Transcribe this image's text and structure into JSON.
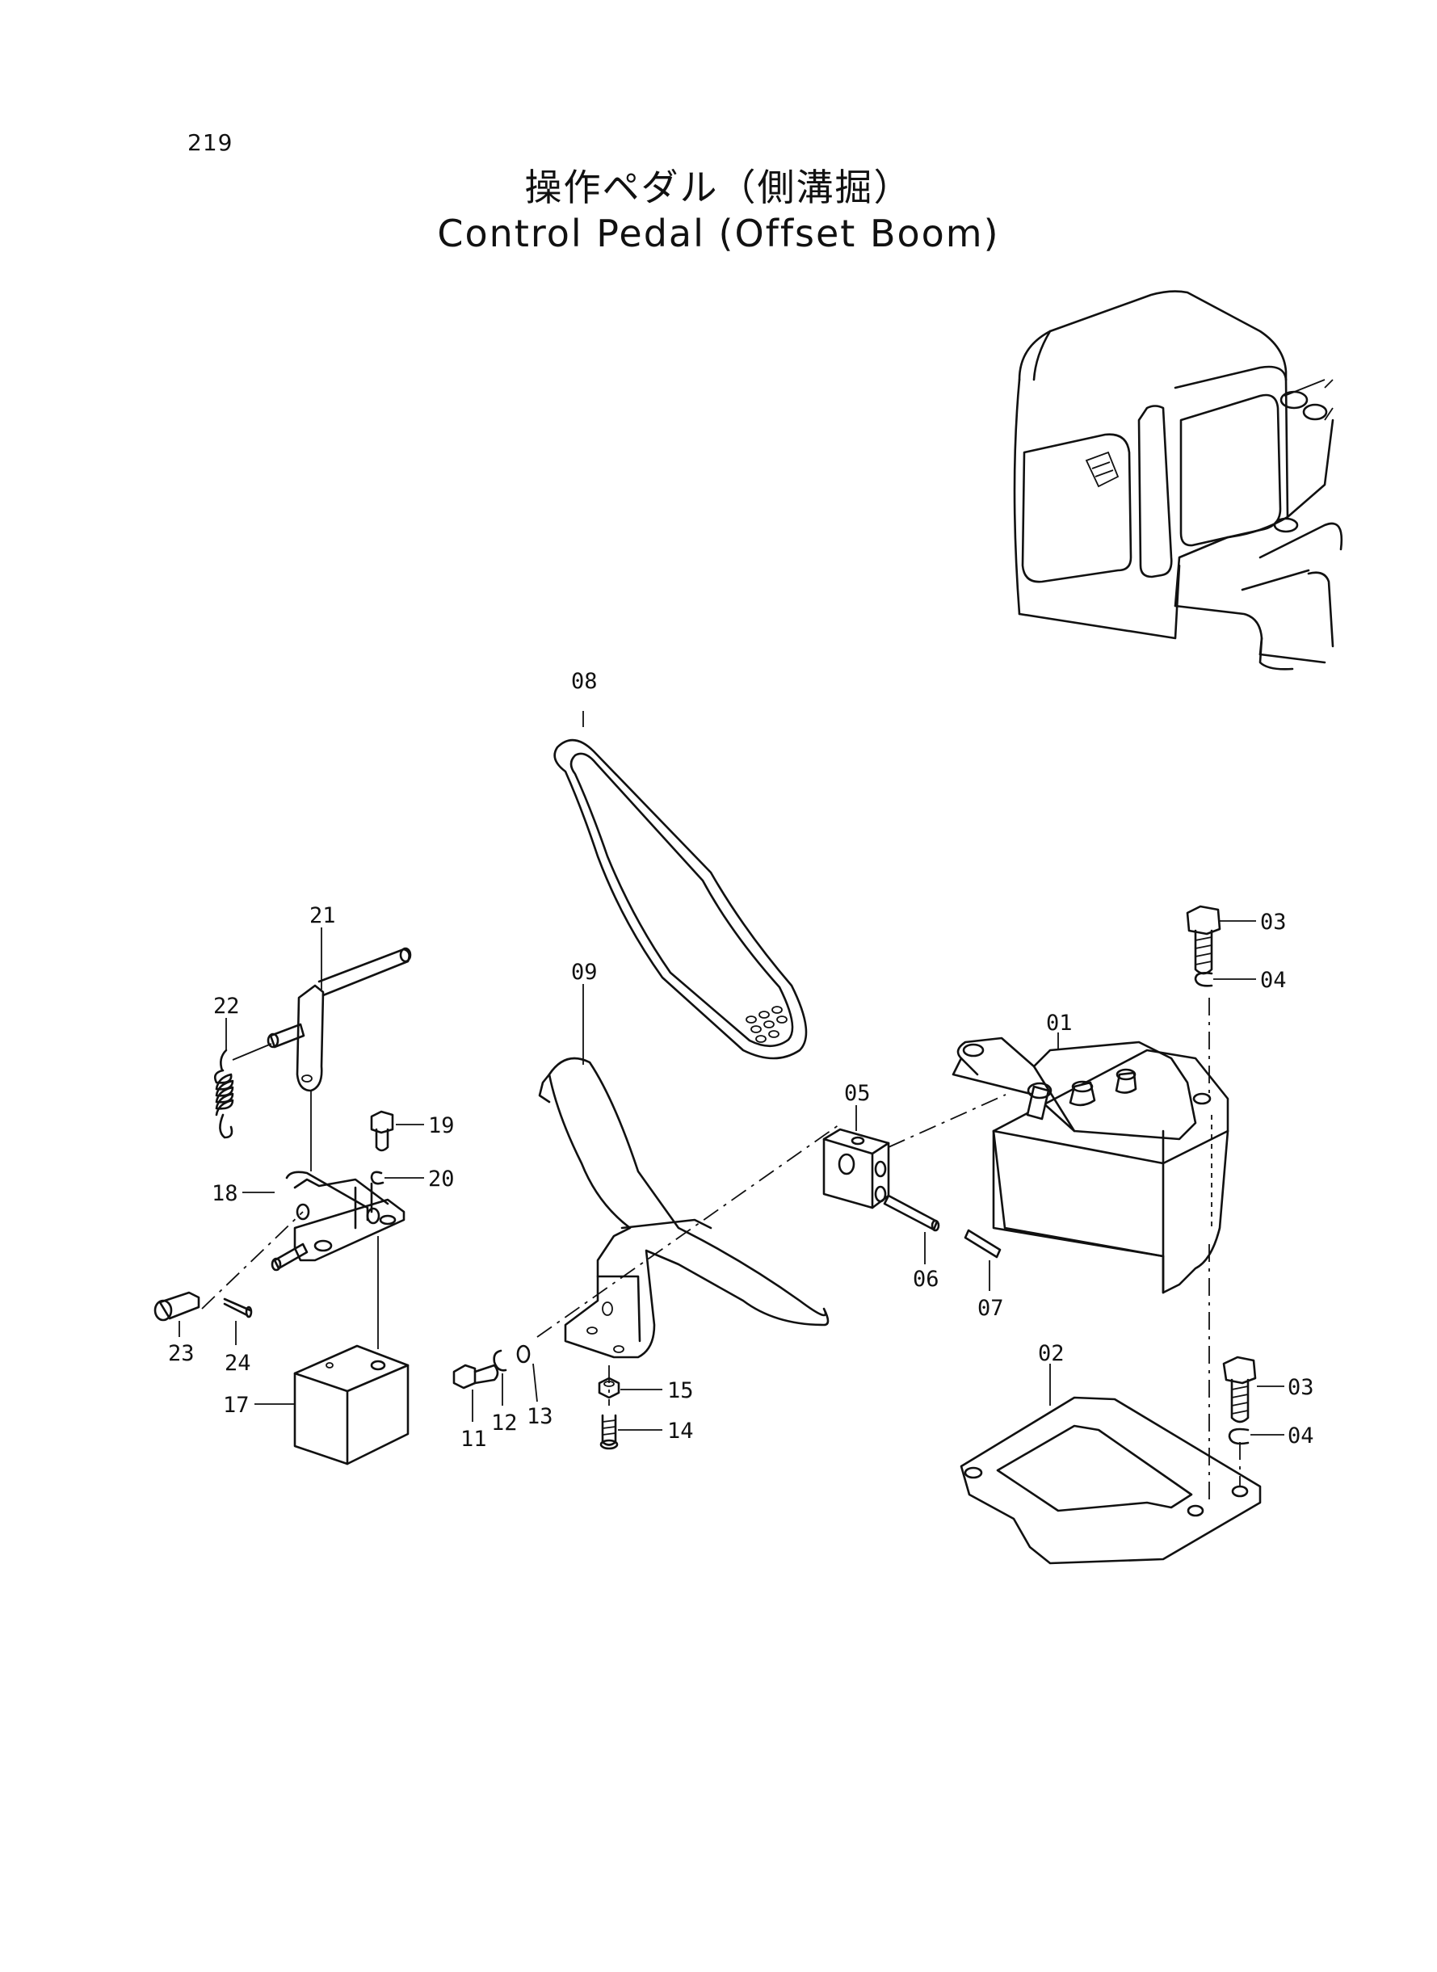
{
  "page": {
    "number": "219",
    "title_jp": "操作ペダル（側溝掘）",
    "title_en": "Control Pedal (Offset Boom)"
  },
  "part_labels": [
    {
      "id": "p01",
      "text": "01"
    },
    {
      "id": "p02",
      "text": "02"
    },
    {
      "id": "p03a",
      "text": "03"
    },
    {
      "id": "p04a",
      "text": "04"
    },
    {
      "id": "p03b",
      "text": "03"
    },
    {
      "id": "p04b",
      "text": "04"
    },
    {
      "id": "p05",
      "text": "05"
    },
    {
      "id": "p06",
      "text": "06"
    },
    {
      "id": "p07",
      "text": "07"
    },
    {
      "id": "p08",
      "text": "08"
    },
    {
      "id": "p09",
      "text": "09"
    },
    {
      "id": "p11",
      "text": "11"
    },
    {
      "id": "p12",
      "text": "12"
    },
    {
      "id": "p13",
      "text": "13"
    },
    {
      "id": "p14",
      "text": "14"
    },
    {
      "id": "p15",
      "text": "15"
    },
    {
      "id": "p17",
      "text": "17"
    },
    {
      "id": "p18",
      "text": "18"
    },
    {
      "id": "p19",
      "text": "19"
    },
    {
      "id": "p20",
      "text": "20"
    },
    {
      "id": "p21",
      "text": "21"
    },
    {
      "id": "p22",
      "text": "22"
    },
    {
      "id": "p23",
      "text": "23"
    },
    {
      "id": "p24",
      "text": "24"
    }
  ]
}
